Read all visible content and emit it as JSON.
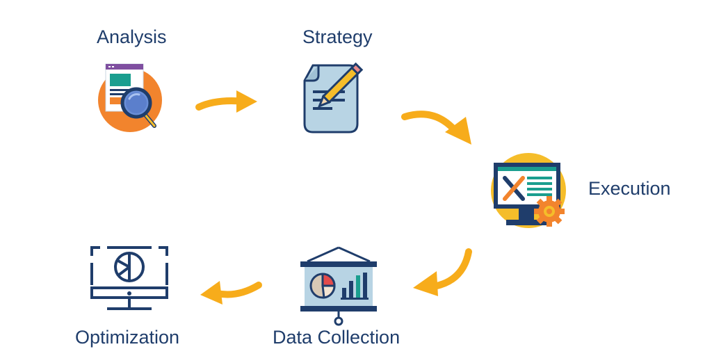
{
  "steps": [
    {
      "label": "Analysis",
      "icon": "analysis-magnifier-icon"
    },
    {
      "label": "Strategy",
      "icon": "strategy-document-pencil-icon"
    },
    {
      "label": "Execution",
      "icon": "execution-monitor-tools-icon"
    },
    {
      "label": "Data Collection",
      "icon": "data-collection-presentation-board-icon"
    },
    {
      "label": "Optimization",
      "icon": "optimization-monitor-chart-icon"
    }
  ],
  "colors": {
    "label": "#1f3d6b",
    "arrow": "#f7ac1b",
    "navy": "#1f3d6b",
    "orange": "#f2842d",
    "yellow": "#f5bd2a",
    "teal": "#1a9e8f",
    "paper": "#b8d4e4",
    "purple": "#7f4fa0",
    "red": "#e44b4b",
    "gray": "#4a5a66"
  }
}
